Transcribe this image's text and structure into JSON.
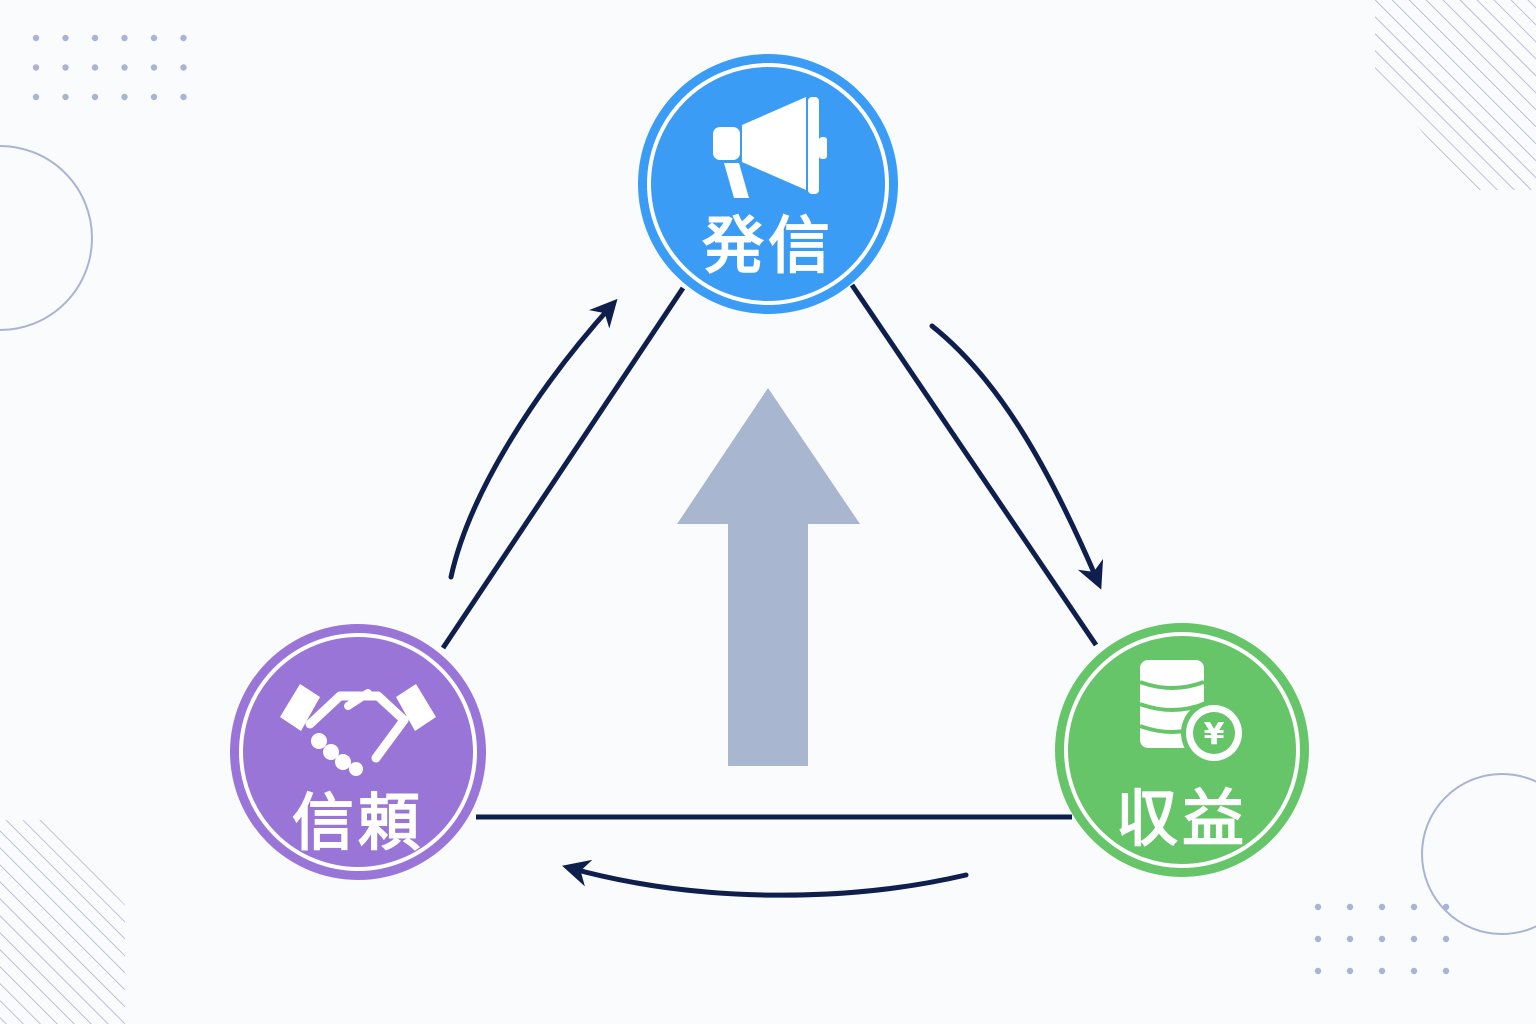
{
  "diagram": {
    "type": "cycle",
    "center_arrow": "arrow-up",
    "nodes": [
      {
        "id": "hasshin",
        "label": "発信",
        "icon": "megaphone-icon",
        "color": "#3b9cf6"
      },
      {
        "id": "shueki",
        "label": "収益",
        "icon": "yen-coins-icon",
        "color": "#66c469",
        "coin_symbol": "¥"
      },
      {
        "id": "shinrai",
        "label": "信頼",
        "icon": "handshake-icon",
        "color": "#9a75d8"
      }
    ],
    "cycle_order": [
      "hasshin",
      "shueki",
      "shinrai",
      "hasshin"
    ]
  },
  "colors": {
    "edge": "#0f1f4d",
    "center_arrow": "#a8b6d0",
    "decor": "#a9b4d4"
  }
}
